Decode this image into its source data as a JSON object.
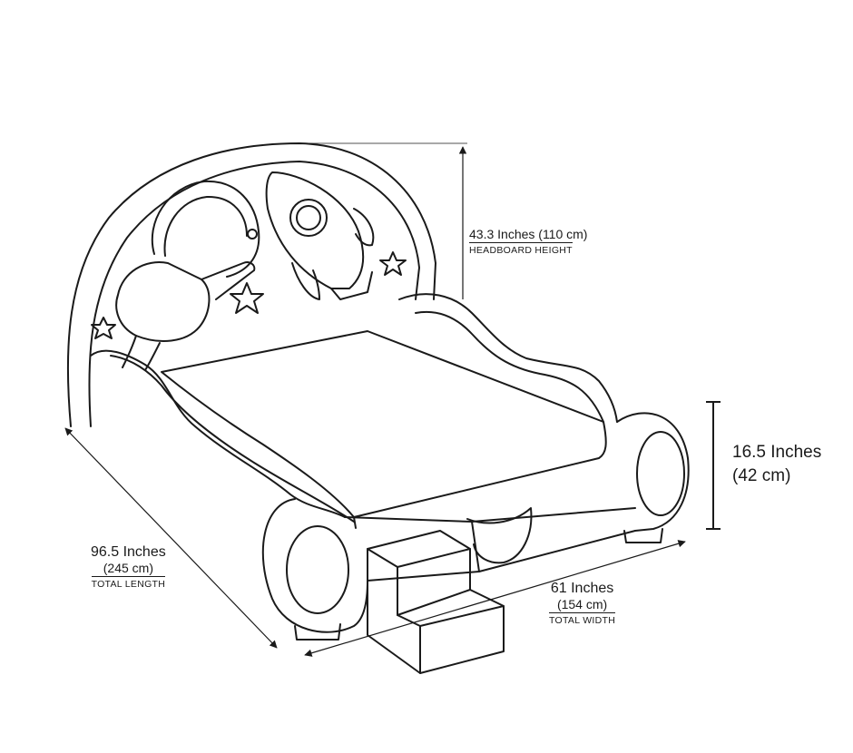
{
  "headboard_height": {
    "value": "43.3 Inches (110 cm)",
    "caption": "HEADBOARD HEIGHT"
  },
  "bed_height": {
    "line1": "16.5 Inches",
    "line2": "(42 cm)"
  },
  "total_length": {
    "value": "96.5 Inches",
    "metric": "(245 cm)",
    "caption": "TOTAL LENGTH"
  },
  "total_width": {
    "value": "61 Inches",
    "metric": "(154 cm)",
    "caption": "TOTAL WIDTH"
  },
  "colors": {
    "line": "#1a1a1a",
    "background": "#ffffff"
  }
}
